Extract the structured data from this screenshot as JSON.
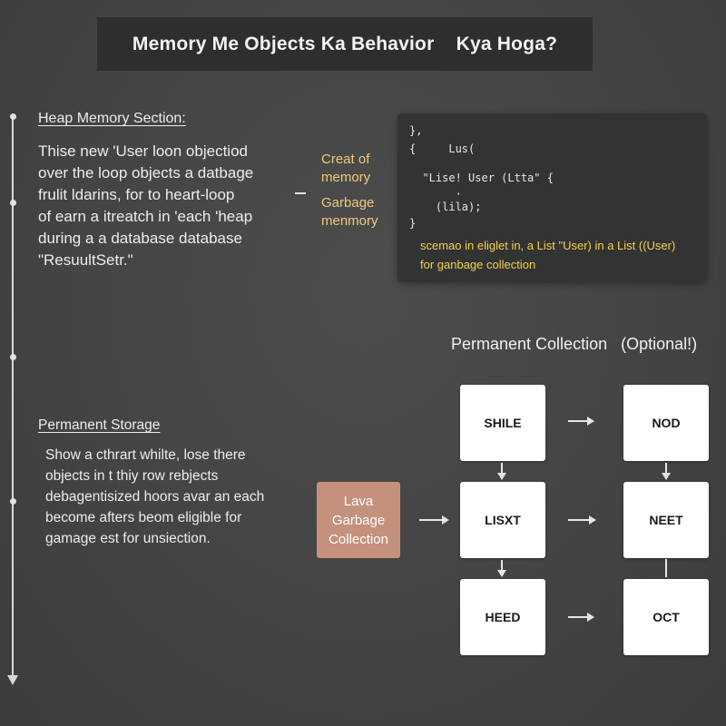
{
  "title": {
    "part1": "Memory Me Objects Ka Behavior",
    "part2": "Kya Hoga?"
  },
  "heap": {
    "heading": "Heap Memory Section:",
    "lines": [
      "Thise new 'User loon objectiod",
      "over the loop objects a datbage",
      "frulit ldarins, for to heart-loop",
      "of earn a itreatch in 'each 'heap",
      "during a a database database",
      "\"ResuultSetr.\""
    ]
  },
  "side_labels": {
    "create": [
      "Creat of",
      "memory"
    ],
    "garbage": [
      "Garbage",
      "menmory"
    ]
  },
  "code": {
    "lines": [
      "},",
      "{     Lus(",
      "  \"Lise! User (Ltta\" {",
      "       ·",
      "    (lila);",
      "}"
    ],
    "notes": [
      "scemao in eliglet in, a List \"User) in a List ((User)",
      "for ganbage collection"
    ]
  },
  "permanent_collection": {
    "title": "Permanent Collection   (Optional!)"
  },
  "permanent_storage": {
    "heading": "Permanent Storage",
    "lines": [
      "Show a cthrart whilte, lose there",
      "objects in t thiy row rebjects",
      "debagentisized hoors avar an each",
      "become afters beom eligible for",
      "gamage est for unsiection."
    ]
  },
  "lava_box": {
    "label": "Lava\nGarbage\nCollection"
  },
  "nodes": {
    "shile": "SHILE",
    "nod": "NOD",
    "lisxt": "LISXT",
    "neet": "NEET",
    "heed": "HEED",
    "oct": "OCT"
  },
  "colors": {
    "background": "#454545",
    "title_box": "#2e2e2e",
    "code_panel": "#333333",
    "accent_yellow": "#f3d24a",
    "label_orange": "#f0c87a",
    "lava_box": "#c4917c",
    "node": "#ffffff"
  }
}
